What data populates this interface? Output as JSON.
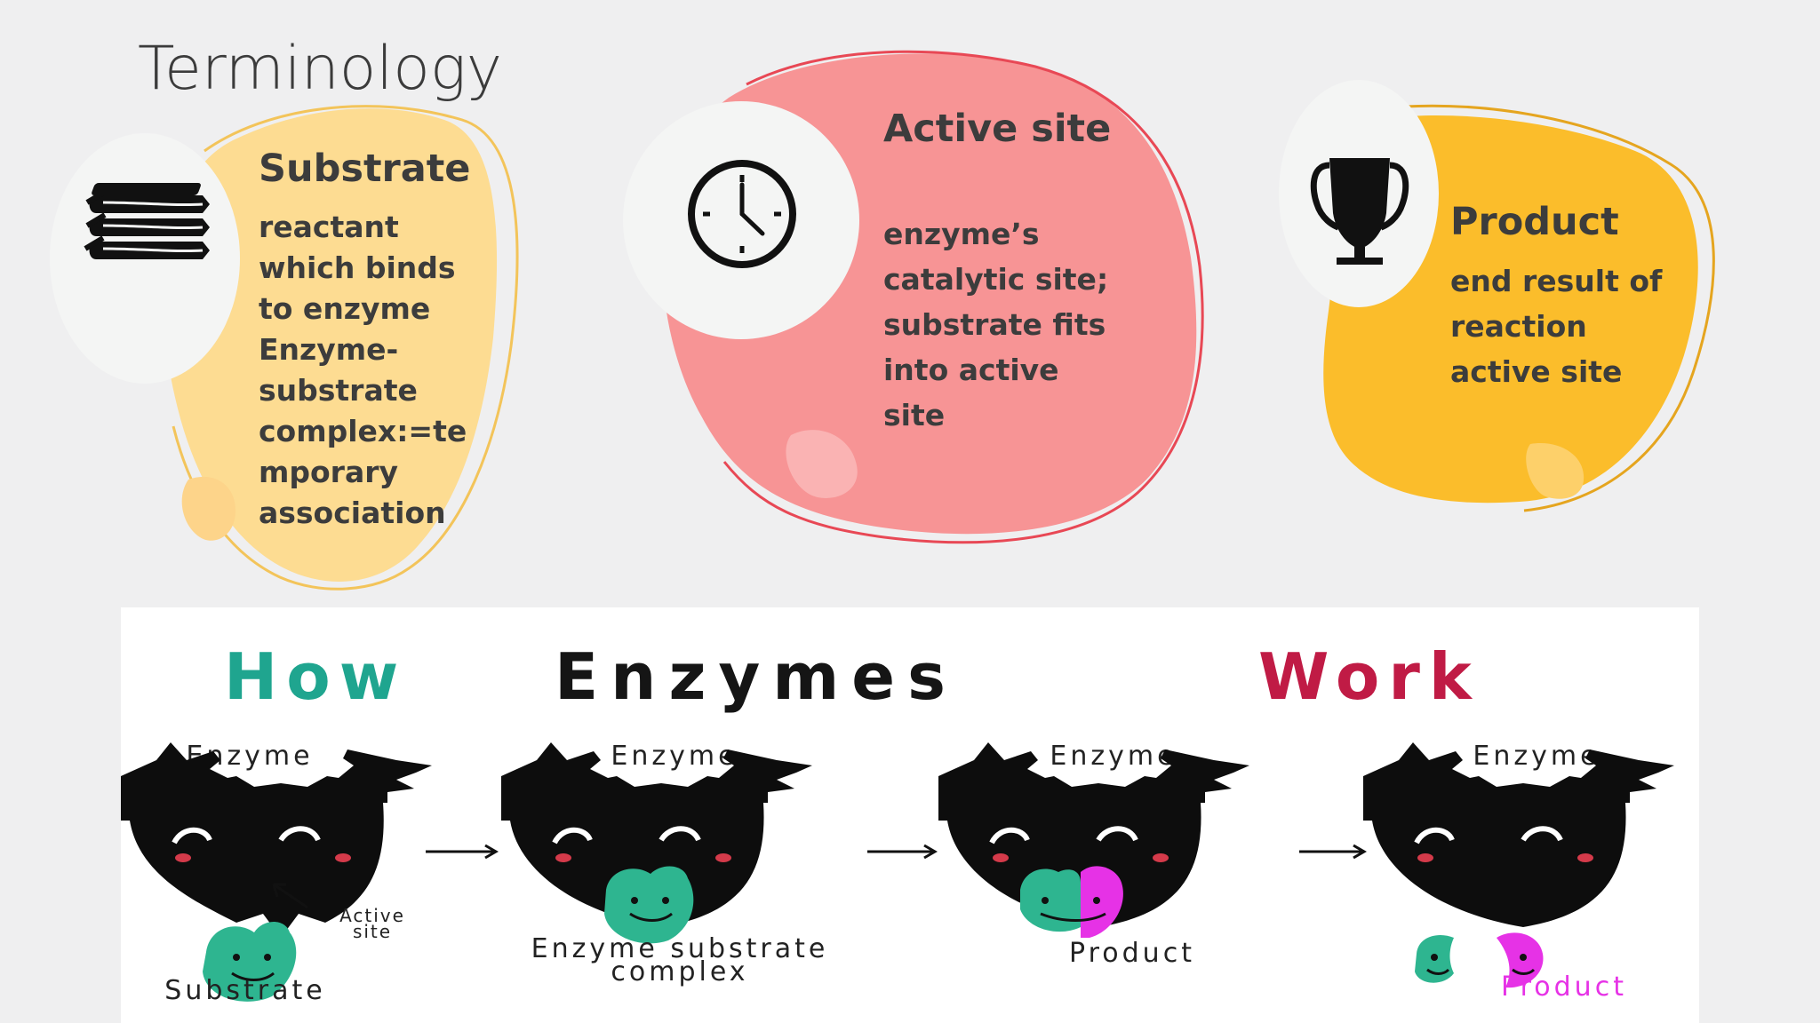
{
  "slide": {
    "title": "Terminology"
  },
  "cards": [
    {
      "title": "Substrate",
      "body": [
        "reactant",
        "which binds",
        "to enzyme",
        "Enzyme-",
        "substrate",
        "complex:=te",
        "mporary",
        "association"
      ],
      "icon": "books-icon",
      "color": "#fddc92"
    },
    {
      "title": "Active site",
      "body": [
        "enzyme’s",
        "catalytic site;",
        "substrate fits",
        "into active site"
      ],
      "icon": "clock-icon",
      "color": "#f79495"
    },
    {
      "title": "Product",
      "body": [
        "end result of",
        "reaction",
        "active site"
      ],
      "icon": "trophy-icon",
      "color": "#fbbd2b"
    }
  ],
  "diagram": {
    "heading": {
      "how": "How",
      "enzymes": "Enzymes",
      "work": "Work",
      "colors": {
        "how": "#1fa58f",
        "enzymes": "#151515",
        "work": "#c01b45"
      }
    },
    "enzyme_labels": [
      "Enzyme",
      "Enzyme",
      "Enzyme",
      "Enzyme"
    ],
    "active_site_label": [
      "Active",
      "site"
    ],
    "stage_labels": {
      "substrate": "Substrate",
      "complex": [
        "Enzyme substrate",
        "complex"
      ],
      "product_mid": "Product",
      "product_final": "Product"
    },
    "colors": {
      "substrate": "#2eb590",
      "product": "#e632e6",
      "final_label": "#e632e6"
    }
  }
}
